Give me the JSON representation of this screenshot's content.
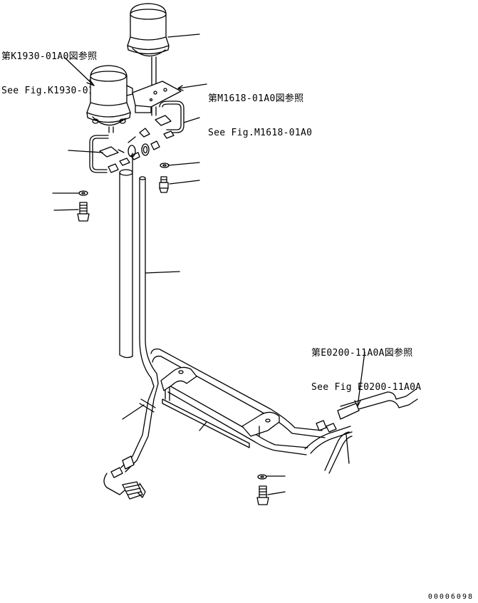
{
  "references": {
    "k1930": {
      "jp": "第K1930-01A0図参照",
      "en": "See Fig.K1930-01A0"
    },
    "m1618": {
      "jp": "第M1618-01A0図参照",
      "en": "See Fig.M1618-01A0"
    },
    "e0200": {
      "jp": "第E0200-11A0A図参照",
      "en": "See Fig E0200-11A0A"
    }
  },
  "document_id": "00006098"
}
